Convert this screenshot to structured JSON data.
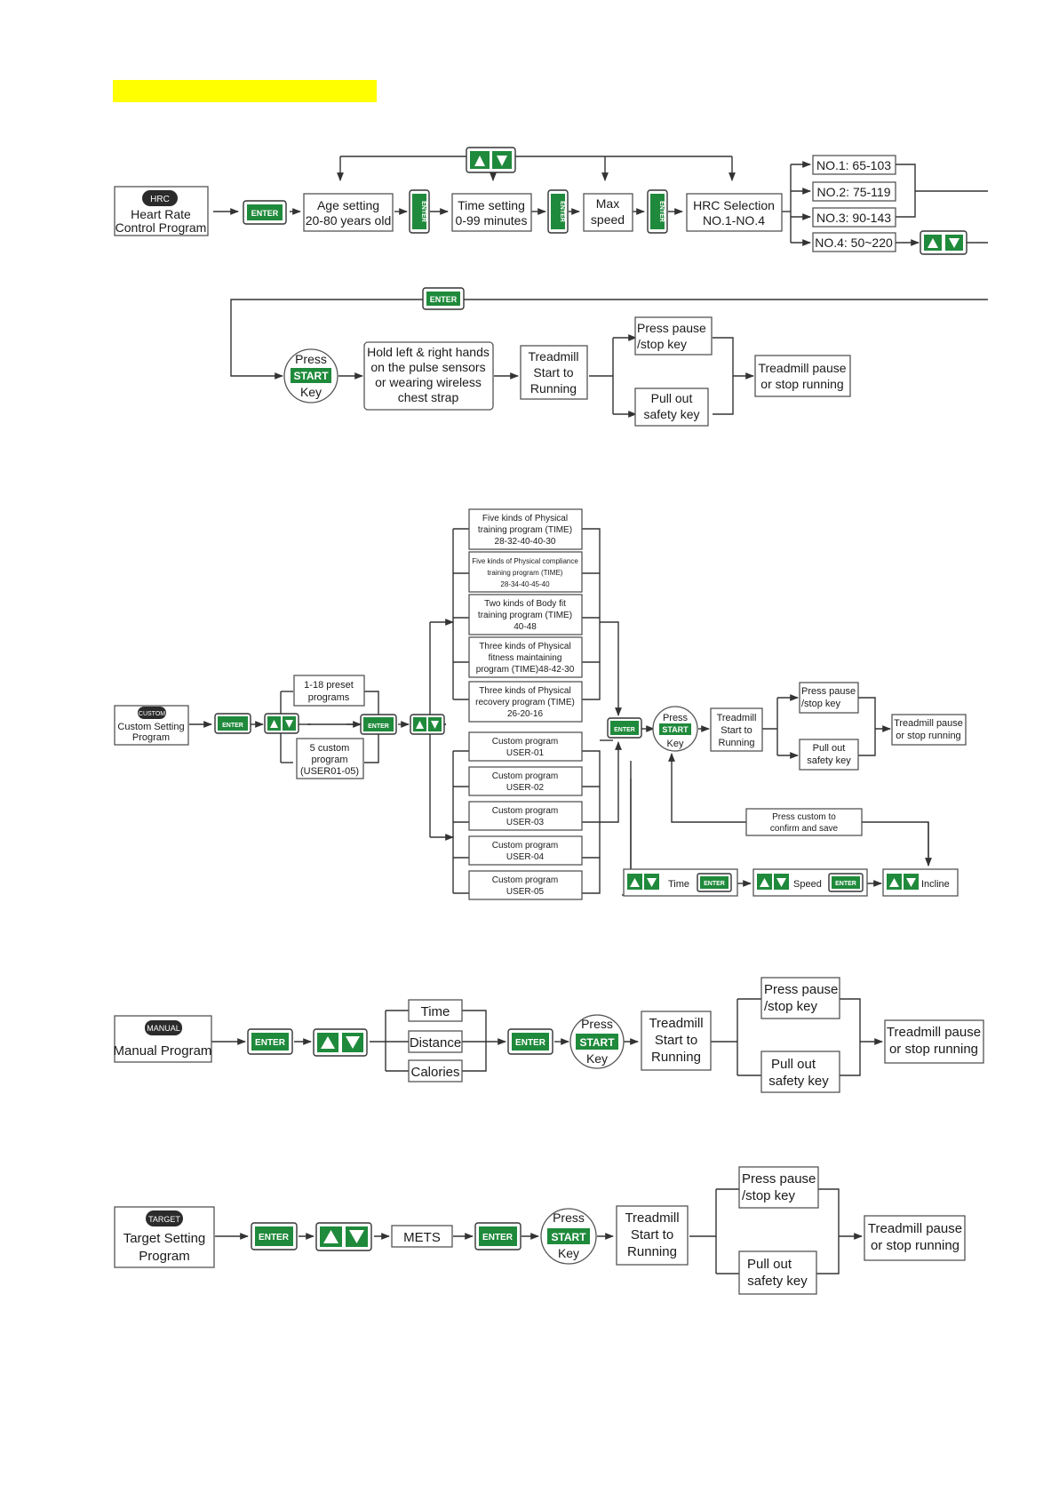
{
  "highlight_color": "#ffff00",
  "accent_green": "#1f8a3b",
  "hrc": {
    "badge": "HRC",
    "program": [
      "Heart Rate",
      "Control Program"
    ],
    "enter": "ENTER",
    "age": [
      "Age setting",
      "20-80 years old"
    ],
    "time": [
      "Time setting",
      "0-99 minutes"
    ],
    "maxspeed": [
      "Max",
      "speed"
    ],
    "selection": [
      "HRC Selection",
      "NO.1-NO.4"
    ],
    "options": [
      "NO.1: 65-103",
      "NO.2: 75-119",
      "NO.3: 90-143",
      "NO.4: 50~220"
    ],
    "press": "Press",
    "start": "START",
    "key": "Key",
    "hold": [
      "Hold left & right hands",
      "on the pulse sensors",
      "or wearing wireless",
      "chest strap"
    ],
    "treadmill": [
      "Treadmill",
      "Start to",
      "Running"
    ],
    "pause_key": [
      "Press pause",
      "/stop key"
    ],
    "safety_key": [
      "Pull out",
      "safety key"
    ],
    "result": [
      "Treadmill pause",
      "or stop running"
    ]
  },
  "custom": {
    "badge": "CUSTOM",
    "program": [
      "Custom Setting",
      "Program"
    ],
    "enter": "ENTER",
    "preset": [
      "1-18 preset",
      "programs"
    ],
    "custom5": [
      "5 custom",
      "program",
      "(USER01-05)"
    ],
    "programs": [
      [
        "Five kinds of Physical",
        "training program (TIME)",
        "28-32-40-40-30"
      ],
      [
        "Five kinds of Physical compliance",
        "training program (TIME)",
        "28-34-40-45-40"
      ],
      [
        "Two kinds of Body fit",
        "training program (TIME)",
        "40-48"
      ],
      [
        "Three kinds of Physical",
        "fitness maintaining",
        "program (TIME)48-42-30"
      ],
      [
        "Three kinds of Physical",
        "recovery program (TIME)",
        "26-20-16"
      ]
    ],
    "users": [
      [
        "Custom  program",
        "USER-01"
      ],
      [
        "Custom  program",
        "USER-02"
      ],
      [
        "Custom  program",
        "USER-03"
      ],
      [
        "Custom  program",
        "USER-04"
      ],
      [
        "Custom  program",
        "USER-05"
      ]
    ],
    "press": "Press",
    "start": "START",
    "key": "Key",
    "treadmill": [
      "Treadmill",
      "Start to",
      "Running"
    ],
    "pause_key": [
      "Press pause",
      "/stop key"
    ],
    "safety_key": [
      "Pull out",
      "safety key"
    ],
    "result": [
      "Treadmill pause",
      "or stop running"
    ],
    "confirm": [
      "Press  custom  to",
      "confirm  and  save"
    ],
    "time_label": "Time",
    "speed_label": "Speed",
    "incline_label": "Incline"
  },
  "manual": {
    "badge": "MANUAL",
    "program": "Manual Program",
    "enter": "ENTER",
    "options": [
      "Time",
      "Distance",
      "Calories"
    ],
    "press": "Press",
    "start": "START",
    "key": "Key",
    "treadmill": [
      "Treadmill",
      "Start to",
      "Running"
    ],
    "pause_key": [
      "Press pause",
      "/stop key"
    ],
    "safety_key": [
      "Pull out",
      "safety key"
    ],
    "result": [
      "Treadmill pause",
      "or stop running"
    ]
  },
  "target": {
    "badge": "TARGET",
    "program": [
      "Target Setting",
      "Program"
    ],
    "enter": "ENTER",
    "mets": "METS",
    "press": "Press",
    "start": "START",
    "key": "Key",
    "treadmill": [
      "Treadmill",
      "Start to",
      "Running"
    ],
    "pause_key": [
      "Press pause",
      "/stop key"
    ],
    "safety_key": [
      "Pull out",
      "safety key"
    ],
    "result": [
      "Treadmill pause",
      "or stop running"
    ]
  }
}
